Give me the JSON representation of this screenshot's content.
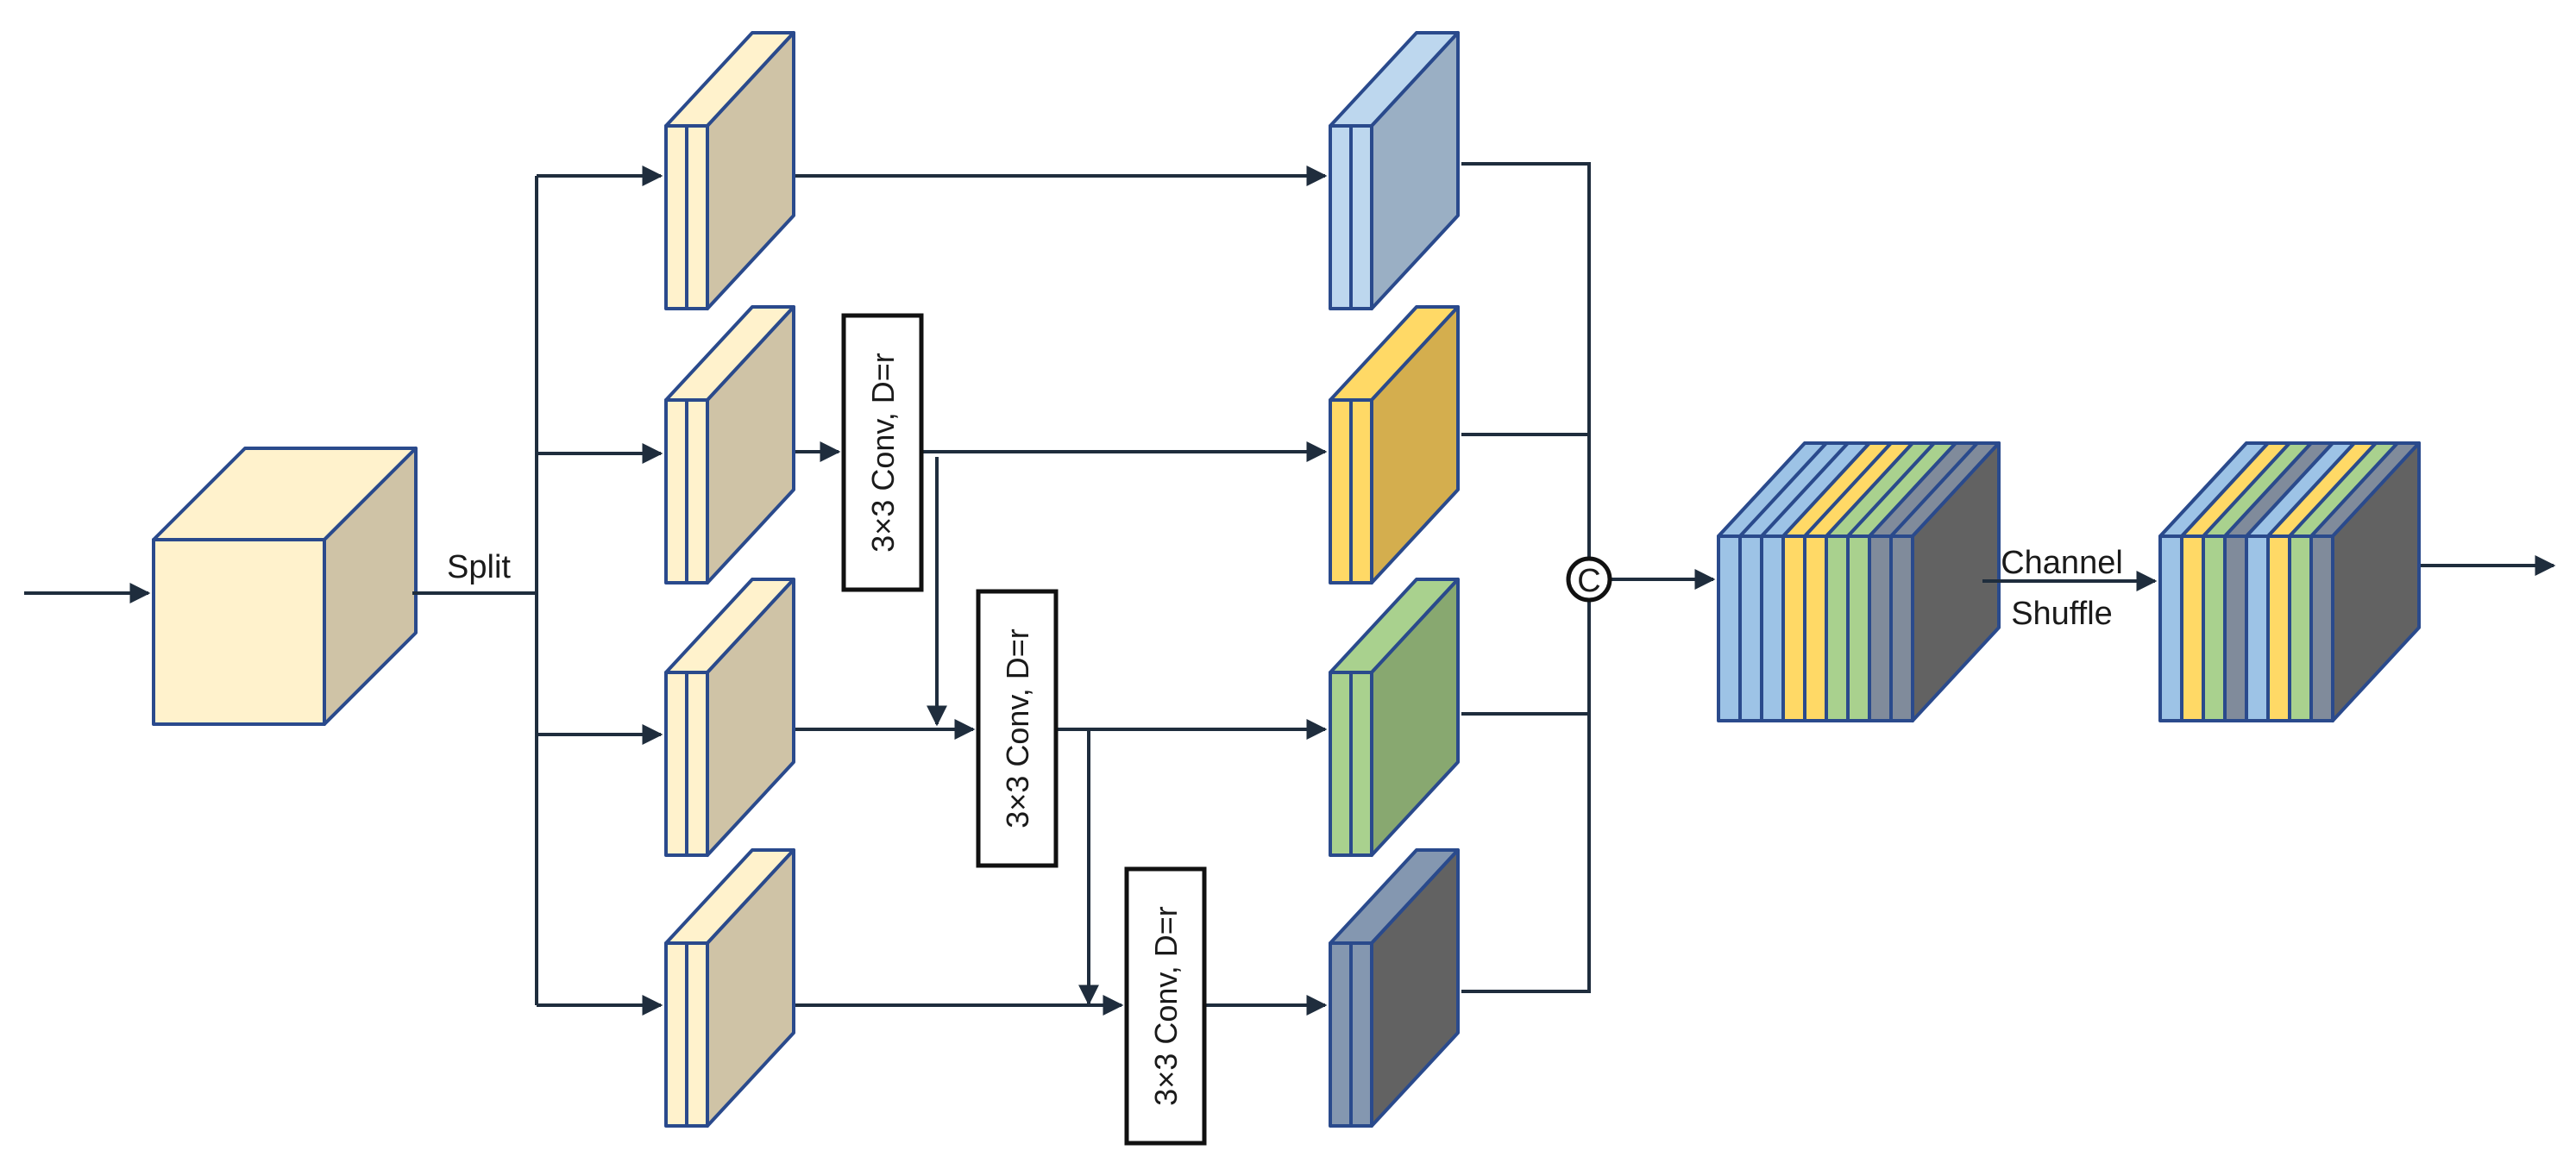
{
  "labels": {
    "split": "Split",
    "conv": "3×3 Conv, D=r",
    "concat": "C",
    "shuffle_line1": "Channel",
    "shuffle_line2": "Shuffle"
  },
  "colors": {
    "outline": "#2a4a8c",
    "arrow": "#1f2d3d",
    "input_front": "#fff2cc",
    "input_top": "#fff2cc",
    "input_side": "#cfc3a6",
    "branch_slice": "#fff2cc",
    "branch_face": "#cfc3a6",
    "blue_slice": "#bdd7ee",
    "blue_face": "#9aafc4",
    "yellow_slice": "#ffd966",
    "yellow_face": "#d4ae4e",
    "green_slice": "#a9d18e",
    "green_face": "#88a870",
    "gray_slice": "#8497b0",
    "gray_face": "#626262",
    "concat_blue": "#9dc3e6",
    "concat_yellow": "#ffd966",
    "concat_green": "#a9d18e",
    "concat_gray": "#808b9b",
    "concat_side": "#626262"
  },
  "icons": {
    "concat": "concat-circle-icon"
  }
}
